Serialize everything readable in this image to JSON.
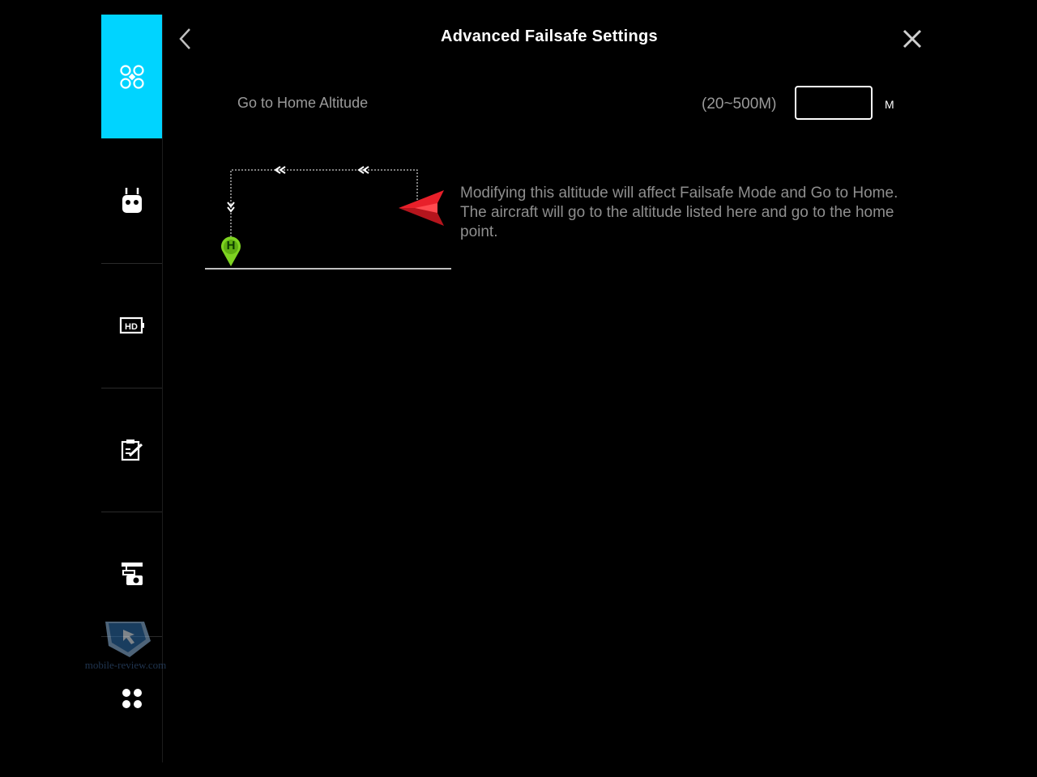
{
  "header": {
    "title": "Advanced Failsafe Settings",
    "back_icon": "chevron-left-icon",
    "close_icon": "close-icon"
  },
  "sidebar": {
    "items": [
      {
        "icon": "aircraft-icon",
        "active": true
      },
      {
        "icon": "remote-controller-icon",
        "active": false
      },
      {
        "icon": "hd-icon",
        "active": false
      },
      {
        "icon": "checklist-icon",
        "active": false
      },
      {
        "icon": "gimbal-camera-icon",
        "active": false
      },
      {
        "icon": "more-icon",
        "active": false
      }
    ]
  },
  "settings": {
    "altitude_label": "Go to Home Altitude",
    "altitude_range": "(20~500M)",
    "altitude_value": "",
    "altitude_unit": "M"
  },
  "diagram": {
    "home_marker": "H",
    "description": "Modifying this altitude will affect Failsafe Mode and Go to Home. The aircraft will go to the altitude listed here and go to the home point."
  },
  "watermark": {
    "text": "mobile-review.com"
  },
  "colors": {
    "accent": "#00d4ff",
    "home_marker": "#7ed321",
    "aircraft": "#e8202a"
  }
}
